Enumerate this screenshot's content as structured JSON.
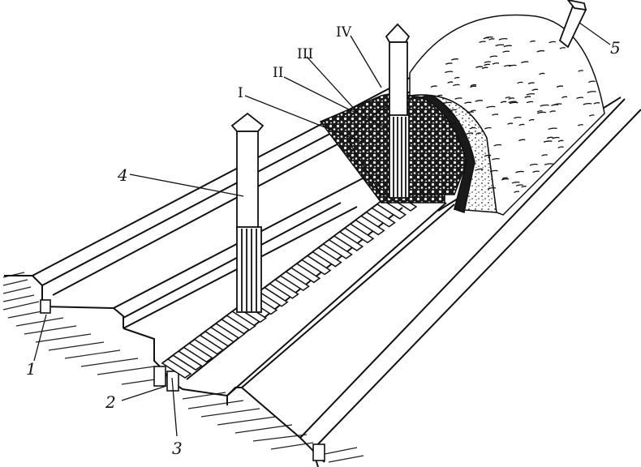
{
  "labels": {
    "n1": "1",
    "n2": "2",
    "n3": "3",
    "n4": "4",
    "n5": "5",
    "r1": "I",
    "r2": "II",
    "r3": "III",
    "r4": "IV"
  },
  "colors": {
    "ink": "#111111",
    "paper": "#ffffff"
  }
}
